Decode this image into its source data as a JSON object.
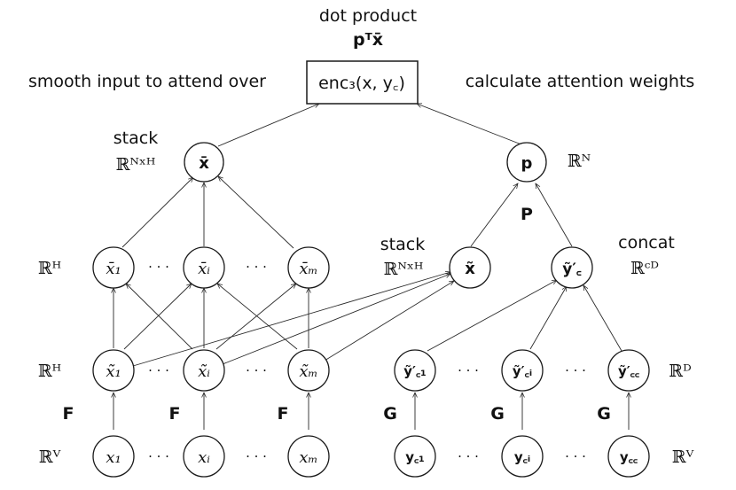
{
  "header": {
    "title": "dot product",
    "formula": "pᵀx̄",
    "left_caption": "smooth input to attend over",
    "right_caption": "calculate attention weights",
    "enc_box": "enc₃(x, y꜀)"
  },
  "labels": {
    "stack_top": "stack",
    "stack_top_space": "ℝᴺˣᴴ",
    "p_space": "ℝᴺ",
    "P_label": "P",
    "stack_mid": "stack",
    "stack_mid_space": "ℝᴺˣᴴ",
    "concat": "concat",
    "concat_space": "ℝᶜᴰ",
    "h_space_row2": "ℝᴴ",
    "h_space_row3": "ℝᴴ",
    "v_space_left": "ℝⱽ",
    "v_space_right": "ℝⱽ",
    "d_space": "ℝᴰ",
    "F": "F",
    "G": "G",
    "ellipsis": "· · ·"
  },
  "nodes": {
    "xbar": "x̄",
    "p": "p",
    "xbar1": "x̄₁",
    "xbari": "x̄ᵢ",
    "xbarm": "x̄ₘ",
    "xtilde": "x̃",
    "yprime_c": "ỹ′꜀",
    "xtilde1": "x̃₁",
    "xtildei": "x̃ᵢ",
    "xtildem": "x̃ₘ",
    "yp_c1": "ỹ′꜀₁",
    "yp_ci": "ỹ′꜀ᵢ",
    "yp_cc": "ỹ′꜀꜀",
    "x1": "x₁",
    "xi": "xᵢ",
    "xm": "xₘ",
    "y_c1": "y꜀₁",
    "y_ci": "y꜀ᵢ",
    "y_cc": "y꜀꜀"
  }
}
